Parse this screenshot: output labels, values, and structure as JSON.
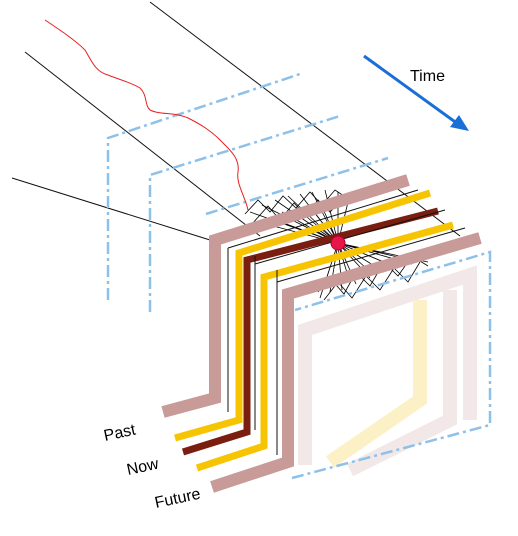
{
  "labels": {
    "time": "Time",
    "past": "Past",
    "now": "Now",
    "future": "Future"
  },
  "colors": {
    "outline": "#111111",
    "dashed_frame": "#8ec1ea",
    "past_future_band": "#c89a98",
    "now_band": "#7a1e10",
    "gold_band": "#f6c400",
    "worldline": "#e82020",
    "event_point": "#e8154a",
    "time_arrow": "#1a6fd6",
    "cone_lines": "#000000"
  },
  "icons": {
    "time_arrow": "arrow-icon",
    "event_point": "event-dot-icon"
  }
}
